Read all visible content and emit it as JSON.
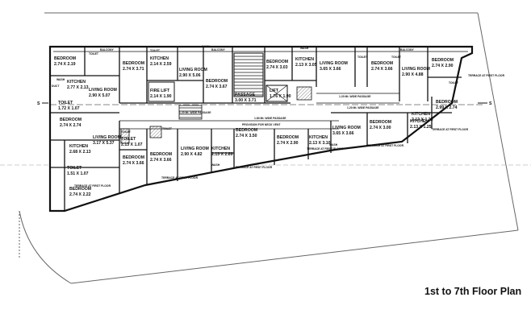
{
  "caption": "1st to 7th Floor Plan",
  "rooms": [
    {
      "id": "bed-a1",
      "name": "BEDROOM",
      "dim": "2.74 X 2.19"
    },
    {
      "id": "bal-a",
      "name": "BALCONY",
      "dim": ""
    },
    {
      "id": "toi-a1",
      "name": "TOILET",
      "dim": ""
    },
    {
      "id": "wash-a",
      "name": "WASH",
      "dim": ""
    },
    {
      "id": "kit-a1",
      "name": "KITCHEN",
      "dim": "2.77 X 2.13"
    },
    {
      "id": "liv-a1",
      "name": "LIVING ROOM",
      "dim": "2.90 X 5.07"
    },
    {
      "id": "bed-a2",
      "name": "BEDROOM",
      "dim": "2.74 X 2.74"
    },
    {
      "id": "toi-a2",
      "name": "TOILET",
      "dim": "1.72 X 1.07"
    },
    {
      "id": "bed-b1",
      "name": "BEDROOM",
      "dim": "2.74 X 3.71"
    },
    {
      "id": "kit-b1",
      "name": "KITCHEN",
      "dim": "2.14 X 2.59"
    },
    {
      "id": "liv-b1",
      "name": "LIVING ROOM",
      "dim": "2.90 X 5.06"
    },
    {
      "id": "toi-b1",
      "name": "TOILET",
      "dim": ""
    },
    {
      "id": "bal-b1",
      "name": "BALCONY",
      "dim": ""
    },
    {
      "id": "wash-b1",
      "name": "WASH",
      "dim": ""
    },
    {
      "id": "bed-b2",
      "name": "BEDROOM",
      "dim": "2.74 X 3.67"
    },
    {
      "id": "firelift",
      "name": "FIRE LIFT",
      "dim": "2.14 X 1.90"
    },
    {
      "id": "passage-c",
      "name": "PASSAGE",
      "dim": "3.00 X 3.71"
    },
    {
      "id": "lift",
      "name": "LIFT",
      "dim": "1.76 X 1.90"
    },
    {
      "id": "bed-c1",
      "name": "BEDROOM",
      "dim": "2.74 X 3.03"
    },
    {
      "id": "wash-c1",
      "name": "WASH",
      "dim": ""
    },
    {
      "id": "kit-c1",
      "name": "KITCHEN",
      "dim": "2.13 X 3.05"
    },
    {
      "id": "liv-c1",
      "name": "LIVING ROOM",
      "dim": "3.65 X 3.66"
    },
    {
      "id": "toi-c1",
      "name": "TOILET",
      "dim": ""
    },
    {
      "id": "toi-d0",
      "name": "TOILET",
      "dim": ""
    },
    {
      "id": "bed-d1",
      "name": "BEDROOM",
      "dim": "2.74 X 3.66"
    },
    {
      "id": "bal-d",
      "name": "BALCONY",
      "dim": ""
    },
    {
      "id": "liv-d1",
      "name": "LIVING ROOM",
      "dim": "2.90 X 4.88"
    },
    {
      "id": "bed-d2",
      "name": "BEDROOM",
      "dim": "2.74 X 2.90"
    },
    {
      "id": "toi-d1",
      "name": "TOILET",
      "dim": ""
    },
    {
      "id": "bed-d3",
      "name": "BEDROOM",
      "dim": "2.99 X 2.74"
    },
    {
      "id": "kit-d1",
      "name": "KITCHEN",
      "dim": "2.13 X 1.25"
    },
    {
      "id": "kit-a2",
      "name": "KITCHEN",
      "dim": "2.68 X 2.13"
    },
    {
      "id": "liv-a2",
      "name": "LIVING ROOM",
      "dim": "3.17 X 5.37"
    },
    {
      "id": "toi-a3",
      "name": "TOILET",
      "dim": "1.51 X 1.07"
    },
    {
      "id": "bed-a3",
      "name": "BEDROOM",
      "dim": "2.74 X 2.22"
    },
    {
      "id": "toi-b2",
      "name": "TOILET",
      "dim": ""
    },
    {
      "id": "toi-b3",
      "name": "TOILET",
      "dim": "2.13 X 1.07"
    },
    {
      "id": "bed-b3",
      "name": "BEDROOM",
      "dim": "2.74 X 3.66"
    },
    {
      "id": "bed-b4",
      "name": "BEDROOM",
      "dim": "2.74 X 3.66"
    },
    {
      "id": "toi-b4",
      "name": "TOILET",
      "dim": ""
    },
    {
      "id": "liv-b2",
      "name": "LIVING ROOM",
      "dim": "2.90 X 4.82"
    },
    {
      "id": "kit-b2",
      "name": "KITCHEN",
      "dim": "2.13 X 2.89"
    },
    {
      "id": "wash-b2",
      "name": "WASH",
      "dim": ""
    },
    {
      "id": "bed-c2",
      "name": "BEDROOM",
      "dim": "2.74 X 3.50"
    },
    {
      "id": "bed-c3",
      "name": "BEDROOM",
      "dim": "2.74 X 2.90"
    },
    {
      "id": "kit-c2",
      "name": "KITCHEN",
      "dim": "2.13 X 3.10"
    },
    {
      "id": "wash-c2",
      "name": "WASH",
      "dim": ""
    },
    {
      "id": "liv-c2",
      "name": "LIVING ROOM",
      "dim": "3.65 X 3.66"
    },
    {
      "id": "bed-d4",
      "name": "BEDROOM",
      "dim": "2.74 X 3.00"
    },
    {
      "id": "kit-d2",
      "name": "KITCHEN",
      "dim": "2.13 X 1.25"
    }
  ],
  "notes": {
    "passage_upper": "1.20 Mt. WIDE PASSAGE",
    "passage_right": "1.20 Mt. WIDE PASSAGE",
    "passage_lower": "1.20 Mt. WIDE PASSAGE",
    "passage_mid": "1.80 Mt. WIDE PASSAGE",
    "neck_vent": "PROVISION FOR NECK VENT",
    "terrace": "TERRACE AT FIRST FLOOR",
    "duct": "DUCT",
    "section_mark": "S"
  }
}
